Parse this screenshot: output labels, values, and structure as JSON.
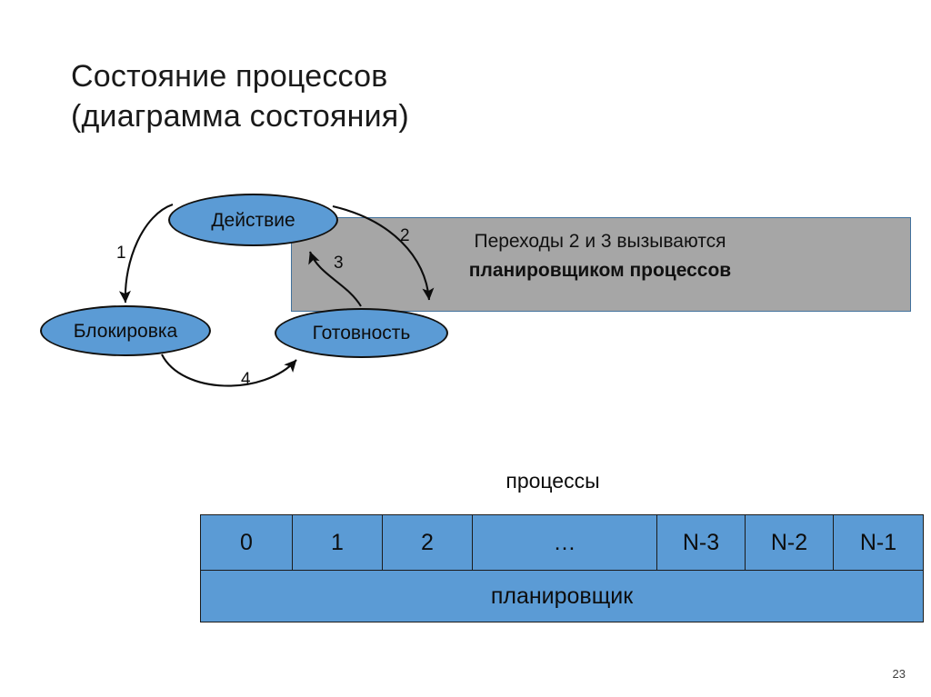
{
  "slide": {
    "title_line1": "Состояние процессов",
    "title_line2": "(диаграмма состояния)",
    "number": "23"
  },
  "diagram": {
    "nodes": [
      {
        "id": "action",
        "label": "Действие"
      },
      {
        "id": "blocked",
        "label": "Блокировка"
      },
      {
        "id": "ready",
        "label": "Готовность"
      }
    ],
    "transitions": [
      {
        "id": "t1",
        "label": "1",
        "from": "Действие",
        "to": "Блокировка"
      },
      {
        "id": "t2",
        "label": "2",
        "from": "Действие",
        "to": "Готовность"
      },
      {
        "id": "t3",
        "label": "3",
        "from": "Готовность",
        "to": "Действие"
      },
      {
        "id": "t4",
        "label": "4",
        "from": "Блокировка",
        "to": "Готовность"
      }
    ],
    "callout": {
      "line1": "Переходы 2 и 3 вызываются",
      "line2": "планировщиком процессов"
    },
    "colors": {
      "node_fill": "#5B9BD5",
      "node_stroke": "#11100E",
      "callout_fill": "#A6A6A6",
      "callout_border": "#41719C"
    }
  },
  "table": {
    "caption": "процессы",
    "cells": [
      "0",
      "1",
      "2",
      "…",
      "N-3",
      "N-2",
      "N-1"
    ],
    "scheduler_label": "планировщик",
    "colors": {
      "fill": "#5B9BD5",
      "border": "#1B1B1B"
    }
  }
}
